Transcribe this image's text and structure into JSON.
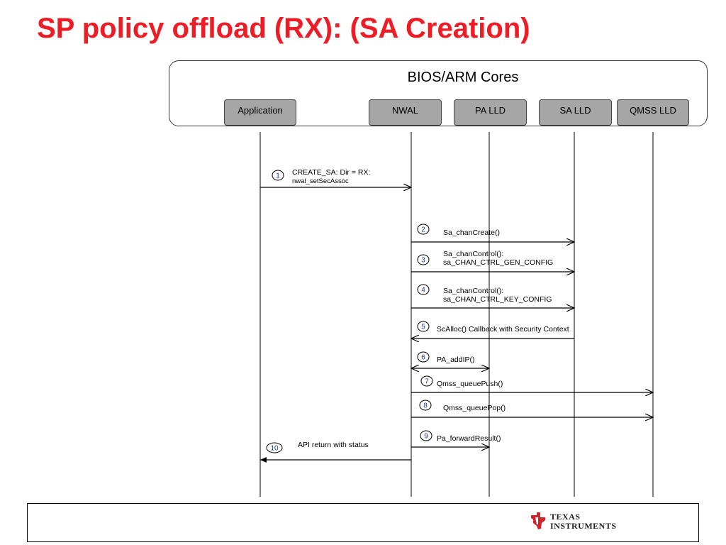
{
  "title": "SP policy offload (RX): (SA Creation)",
  "system_label": "BIOS/ARM Cores",
  "components": [
    {
      "id": "app",
      "label": "Application"
    },
    {
      "id": "nwal",
      "label": "NWAL"
    },
    {
      "id": "pa",
      "label": "PA LLD"
    },
    {
      "id": "sa",
      "label": "SA LLD"
    },
    {
      "id": "qmss",
      "label": "QMSS LLD"
    }
  ],
  "messages": [
    {
      "step": "1",
      "from": "app",
      "to": "nwal",
      "lines": [
        "CREATE_SA: Dir = RX:",
        "nwal_setSecAssoc"
      ]
    },
    {
      "step": "2",
      "from": "nwal",
      "to": "sa",
      "lines": [
        "Sa_chanCreate()"
      ]
    },
    {
      "step": "3",
      "from": "nwal",
      "to": "sa",
      "lines": [
        "Sa_chanControl():",
        "sa_CHAN_CTRL_GEN_CONFIG"
      ]
    },
    {
      "step": "4",
      "from": "nwal",
      "to": "sa",
      "lines": [
        "Sa_chanControl():",
        "sa_CHAN_CTRL_KEY_CONFIG"
      ]
    },
    {
      "step": "5",
      "from": "sa",
      "to": "nwal",
      "lines": [
        "ScAlloc() Callback with  Security Context"
      ]
    },
    {
      "step": "6",
      "from": "nwal",
      "to": "pa",
      "bidirectional": true,
      "lines": [
        "PA_addIP()"
      ]
    },
    {
      "step": "7",
      "from": "nwal",
      "to": "qmss",
      "lines": [
        "Qmss_queuePush()"
      ]
    },
    {
      "step": "8",
      "from": "nwal",
      "to": "qmss",
      "lines": [
        "Qmss_queuePop()"
      ]
    },
    {
      "step": "9",
      "from": "nwal",
      "to": "pa",
      "lines": [
        "Pa_forwardResult()"
      ]
    },
    {
      "step": "10",
      "from": "nwal",
      "to": "app",
      "lines": [
        "API return with status"
      ]
    }
  ],
  "logo": {
    "line1": "TEXAS",
    "line2": "INSTRUMENTS",
    "brand_color": "#d2232a"
  },
  "colors": {
    "title": "#ee1c25",
    "component_fill": "#a6a6a6",
    "step_circle": "#1f3a93"
  }
}
